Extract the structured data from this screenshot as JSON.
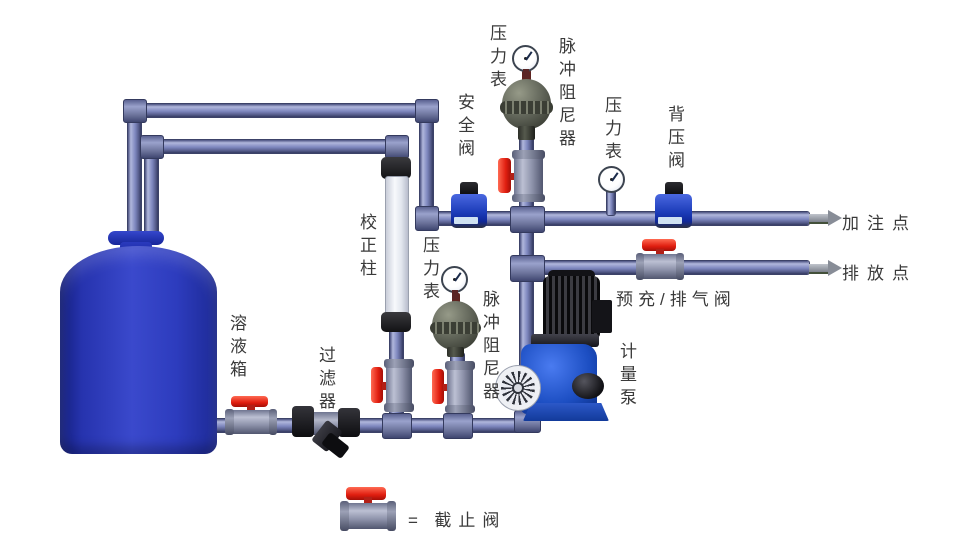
{
  "diagram": {
    "labels": {
      "pressure_gauge_top": "压力表",
      "pulse_damper_top": "脉冲阻尼器",
      "safety_valve": "安全阀",
      "pressure_gauge_discharge": "压力表",
      "back_pressure_valve": "背压阀",
      "injection_point": "加注点",
      "discharge_point": "排放点",
      "calibration_column": "校正柱",
      "pressure_gauge_suction": "压力表",
      "pulse_damper_suction": "脉冲阻尼器",
      "solution_tank": "溶液箱",
      "filter": "过滤器",
      "precharge_vent_valve": "预充/排气阀",
      "metering_pump": "计量泵"
    },
    "legend": {
      "equals": "=",
      "shutoff_valve": "截止阀"
    },
    "colors": {
      "pipe": "#7f88bf",
      "tank_blue": "#2d3cbe",
      "valve_handle_red": "#e01e10",
      "valve_body_gray": "#8e93ab",
      "damper_olive": "#62665a",
      "diaphragm_valve_blue": "#1b3bb8",
      "pump_blue": "#1c4ec2",
      "motor_black": "#1a1a1e",
      "label_text": "#3a3a3a",
      "background": "#ffffff"
    }
  }
}
